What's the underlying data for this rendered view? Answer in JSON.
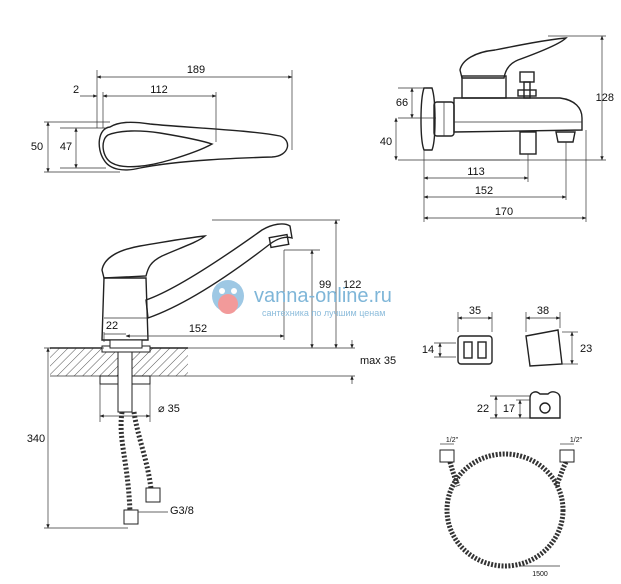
{
  "dims": {
    "top_handle": {
      "overall": "189",
      "offset": "2",
      "length": "112",
      "height_outer": "50",
      "height_inner": "47"
    },
    "bath_mixer": {
      "h128": "128",
      "h66": "66",
      "h40": "40",
      "w113": "113",
      "w152": "152",
      "w170": "170"
    },
    "basin_mixer": {
      "h122": "122",
      "h99": "99",
      "spout": "152",
      "base": "22",
      "max_deck": "max 35",
      "length_340": "340",
      "diameter": "⌀ 35",
      "thread": "G3/8"
    },
    "holder": {
      "w35": "35",
      "h14": "14",
      "w38": "38",
      "h23": "23",
      "h22": "22",
      "h17": "17"
    },
    "hose": {
      "left_thread": "1/2\"",
      "right_thread": "1/2\"",
      "length": "1500"
    }
  },
  "watermark": {
    "brand": "vanna-online.ru",
    "tagline": "сантехника по лучшим ценам"
  },
  "colors": {
    "line": "#222222",
    "watermark": "#7fb6d8"
  }
}
